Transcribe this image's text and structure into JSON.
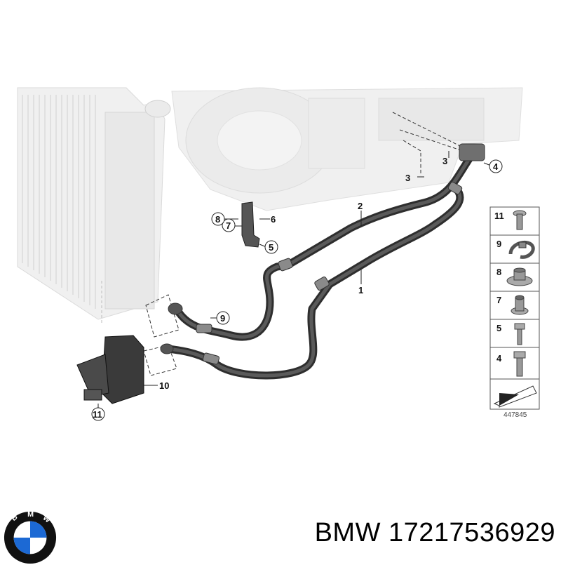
{
  "callouts": [
    "1",
    "2",
    "3",
    "3",
    "4",
    "5",
    "6",
    "7",
    "8",
    "9",
    "10",
    "11"
  ],
  "legend": [
    {
      "number": "11",
      "icon": "flange-bolt-icon"
    },
    {
      "number": "9",
      "icon": "hose-clamp-icon"
    },
    {
      "number": "8",
      "icon": "flange-nut-icon"
    },
    {
      "number": "7",
      "icon": "spacer-sleeve-icon"
    },
    {
      "number": "5",
      "icon": "hex-bolt-icon"
    },
    {
      "number": "4",
      "icon": "collar-bolt-icon"
    }
  ],
  "diagram_id": "447845",
  "footer": {
    "brand": "BMW",
    "part_number": "17217536929"
  },
  "logo": {
    "letters": "BMW",
    "colors": {
      "blue": "#1c69d4",
      "ring": "#111111",
      "white": "#ffffff"
    }
  }
}
